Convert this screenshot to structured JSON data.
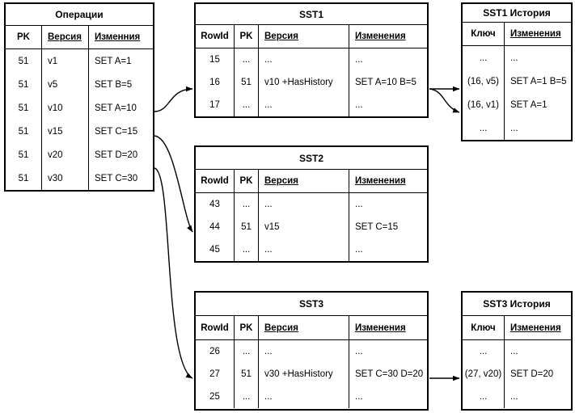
{
  "diagram": {
    "title": "SST history diagram",
    "accent_color": "#000000",
    "background_color": "#ffffff"
  },
  "tables": {
    "operations": {
      "title": "Операции",
      "columns": [
        {
          "label": "PK",
          "underline": false
        },
        {
          "label": "Версия",
          "underline": true
        },
        {
          "label": "Изменния",
          "underline": true
        }
      ],
      "rows": [
        [
          "51",
          "v1",
          "SET A=1"
        ],
        [
          "51",
          "v5",
          "SET B=5"
        ],
        [
          "51",
          "v10",
          "SET A=10"
        ],
        [
          "51",
          "v15",
          "SET C=15"
        ],
        [
          "51",
          "v20",
          "SET D=20"
        ],
        [
          "51",
          "v30",
          "SET C=30"
        ]
      ]
    },
    "sst1": {
      "title": "SST1",
      "columns": [
        {
          "label": "RowId",
          "underline": false
        },
        {
          "label": "PK",
          "underline": false
        },
        {
          "label": "Версия",
          "underline": true
        },
        {
          "label": "Изменения",
          "underline": true
        }
      ],
      "rows": [
        [
          "15",
          "...",
          "...",
          "..."
        ],
        [
          "16",
          "51",
          "v10 +HasHistory",
          "SET A=10 B=5"
        ],
        [
          "17",
          "...",
          "...",
          "..."
        ]
      ]
    },
    "sst2": {
      "title": "SST2",
      "columns": [
        {
          "label": "RowId",
          "underline": false
        },
        {
          "label": "PK",
          "underline": false
        },
        {
          "label": "Версия",
          "underline": true
        },
        {
          "label": "Изменения",
          "underline": true
        }
      ],
      "rows": [
        [
          "43",
          "...",
          "...",
          "..."
        ],
        [
          "44",
          "51",
          "v15",
          "SET C=15"
        ],
        [
          "45",
          "...",
          "...",
          "..."
        ]
      ]
    },
    "sst3": {
      "title": "SST3",
      "columns": [
        {
          "label": "RowId",
          "underline": false
        },
        {
          "label": "PK",
          "underline": false
        },
        {
          "label": "Версия",
          "underline": true
        },
        {
          "label": "Изменения",
          "underline": true
        }
      ],
      "rows": [
        [
          "26",
          "...",
          "...",
          "..."
        ],
        [
          "27",
          "51",
          "v30 +HasHistory",
          "SET C=30 D=20"
        ],
        [
          "25",
          "...",
          "...",
          "..."
        ]
      ]
    },
    "sst1_history": {
      "title": "SST1 История",
      "columns": [
        {
          "label": "Ключ",
          "underline": false
        },
        {
          "label": "Изменения",
          "underline": true
        }
      ],
      "rows": [
        [
          "...",
          "..."
        ],
        [
          "(16, v5)",
          "SET A=1 B=5"
        ],
        [
          "(16, v1)",
          "SET A=1"
        ],
        [
          "...",
          "..."
        ]
      ]
    },
    "sst3_history": {
      "title": "SST3 История",
      "columns": [
        {
          "label": "Ключ",
          "underline": false
        },
        {
          "label": "Изменения",
          "underline": true
        }
      ],
      "rows": [
        [
          "...",
          "..."
        ],
        [
          "(27, v20)",
          "SET D=20"
        ],
        [
          "...",
          "..."
        ]
      ]
    }
  },
  "connectors": [
    {
      "name": "operations-v10-to-sst1-row16",
      "from": "Операции v10",
      "to": "SST1 RowId 16"
    },
    {
      "name": "operations-v15-to-sst2-row44",
      "from": "Операции v15",
      "to": "SST2 RowId 44"
    },
    {
      "name": "operations-v30-to-sst3-row27",
      "from": "Операции v30",
      "to": "SST3 RowId 27"
    },
    {
      "name": "sst1-row16-to-history-16v5",
      "from": "SST1 RowId 16",
      "to": "SST1 История (16, v5)"
    },
    {
      "name": "sst1-row16-to-history-16v1",
      "from": "SST1 RowId 16",
      "to": "SST1 История (16, v1)"
    },
    {
      "name": "sst3-row27-to-history-27v20",
      "from": "SST3 RowId 27",
      "to": "SST3 История (27, v20)"
    }
  ]
}
